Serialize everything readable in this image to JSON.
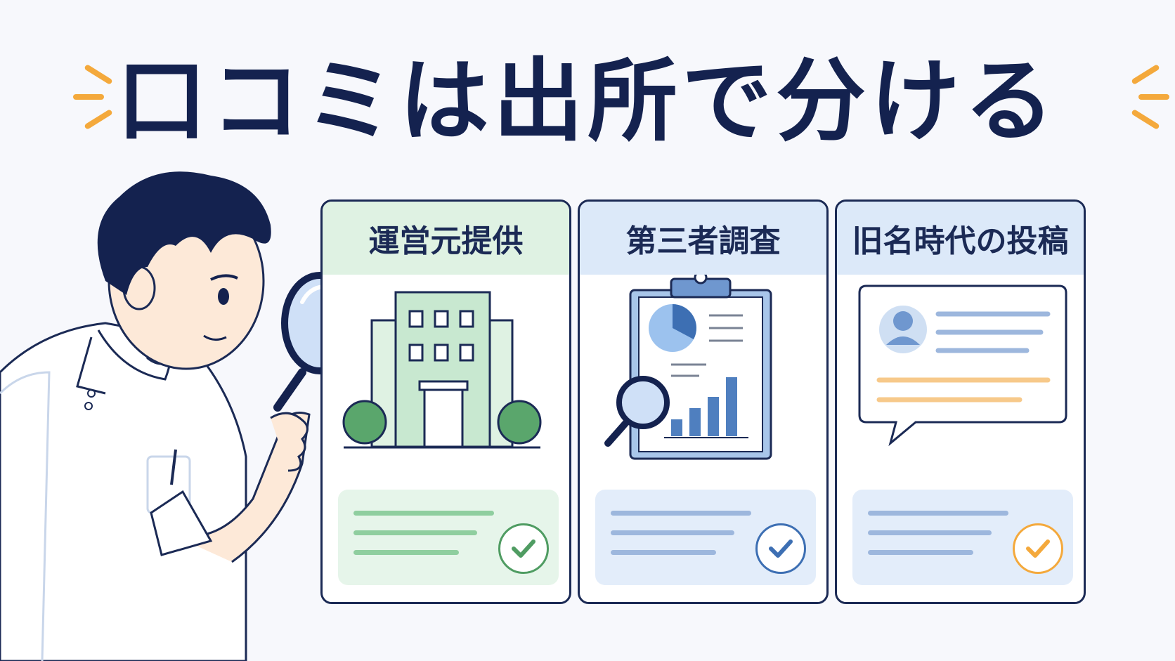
{
  "title": "口コミは出所で分ける",
  "cards": [
    {
      "label": "運営元提供",
      "icon": "building-icon",
      "accent": "#4f9c62",
      "head_bg": "#dff2e3",
      "box_bg": "#e6f5ea",
      "line_color": "#8fce9f",
      "check_icon": "check-icon"
    },
    {
      "label": "第三者調査",
      "icon": "survey-report-icon",
      "accent": "#3d6fb3",
      "head_bg": "#dce9f9",
      "box_bg": "#e3edfa",
      "line_color": "#9db7dd",
      "check_icon": "check-icon"
    },
    {
      "label": "旧名時代の投稿",
      "icon": "old-post-icon",
      "accent": "#f4a93c",
      "head_bg": "#dce9f9",
      "box_bg": "#e3edfa",
      "line_color": "#9db7dd",
      "check_icon": "check-icon"
    }
  ],
  "colors": {
    "navy": "#14224f",
    "spark": "#f4a93c",
    "background": "#f7f8fc"
  }
}
